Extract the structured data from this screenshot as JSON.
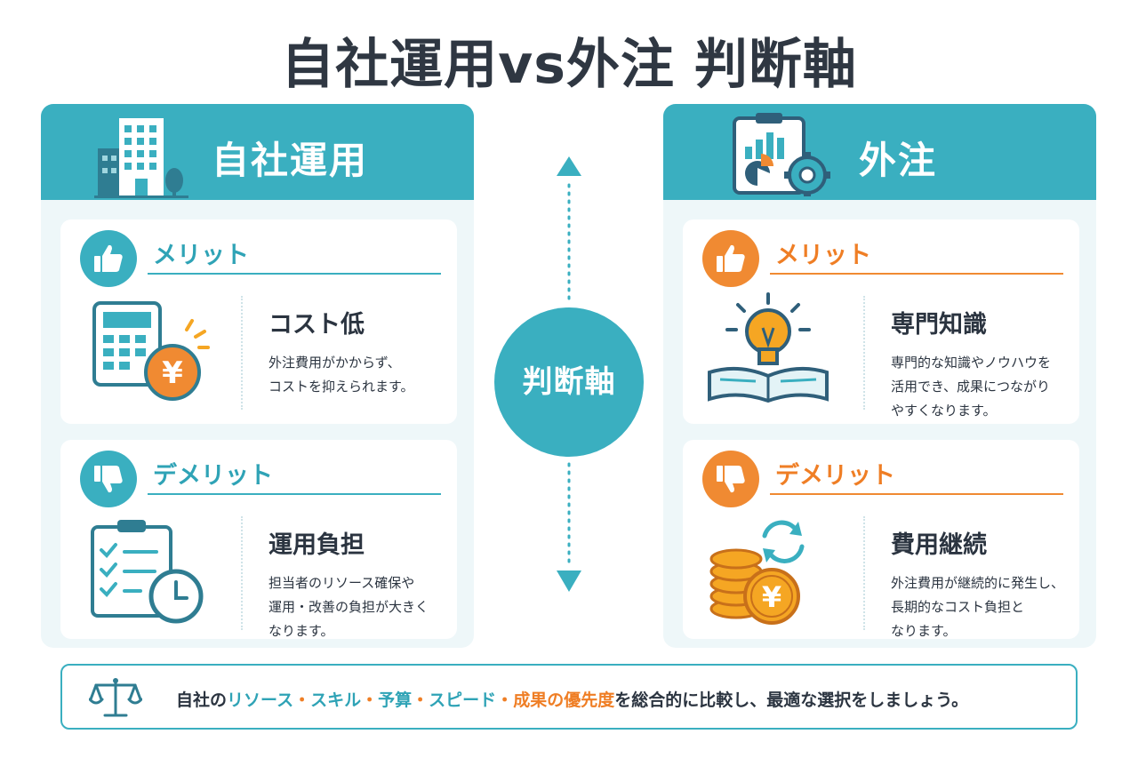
{
  "title": "自社運用vs外注 判断軸",
  "center_label": "判断軸",
  "left": {
    "title": "自社運用",
    "merit": {
      "label": "メリット",
      "heading": "コスト低",
      "desc_lines": [
        "外注費用がかからず、",
        "コストを抑えられます。"
      ]
    },
    "demerit": {
      "label": "デメリット",
      "heading": "運用負担",
      "desc_lines": [
        "担当者のリソース確保や",
        "運用・改善の負担が大きく",
        "なります。"
      ]
    }
  },
  "right": {
    "title": "外注",
    "merit": {
      "label": "メリット",
      "heading": "専門知識",
      "desc_lines": [
        "専門的な知識やノウハウを",
        "活用でき、成果につながり",
        "やすくなります。"
      ]
    },
    "demerit": {
      "label": "デメリット",
      "heading": "費用継続",
      "desc_lines": [
        "外注費用が継続的に発生し、",
        "長期的なコスト負担と",
        "なります。"
      ]
    }
  },
  "footer": {
    "prefix": "自社の",
    "items": [
      "リソース",
      "スキル",
      "予算",
      "スピード",
      "成果の優先度"
    ],
    "separator": "・",
    "suffix": "を総合的に比較し、最適な選択をしましょう。"
  },
  "colors": {
    "teal": "#3aafc0",
    "orange": "#f08a32",
    "panel_bg": "#eef7f9",
    "text": "#2b3440"
  },
  "icons": {
    "left_header": "office-building-icon",
    "right_header": "clipboard-chart-gear-icon",
    "merit_badge": "thumbs-up-icon",
    "demerit_badge": "thumbs-down-icon",
    "left_merit_illus": "calculator-yen-icon",
    "left_demerit_illus": "checklist-clock-icon",
    "right_merit_illus": "lightbulb-book-icon",
    "right_demerit_illus": "coins-yen-cycle-icon",
    "footer": "balance-scale-icon"
  }
}
